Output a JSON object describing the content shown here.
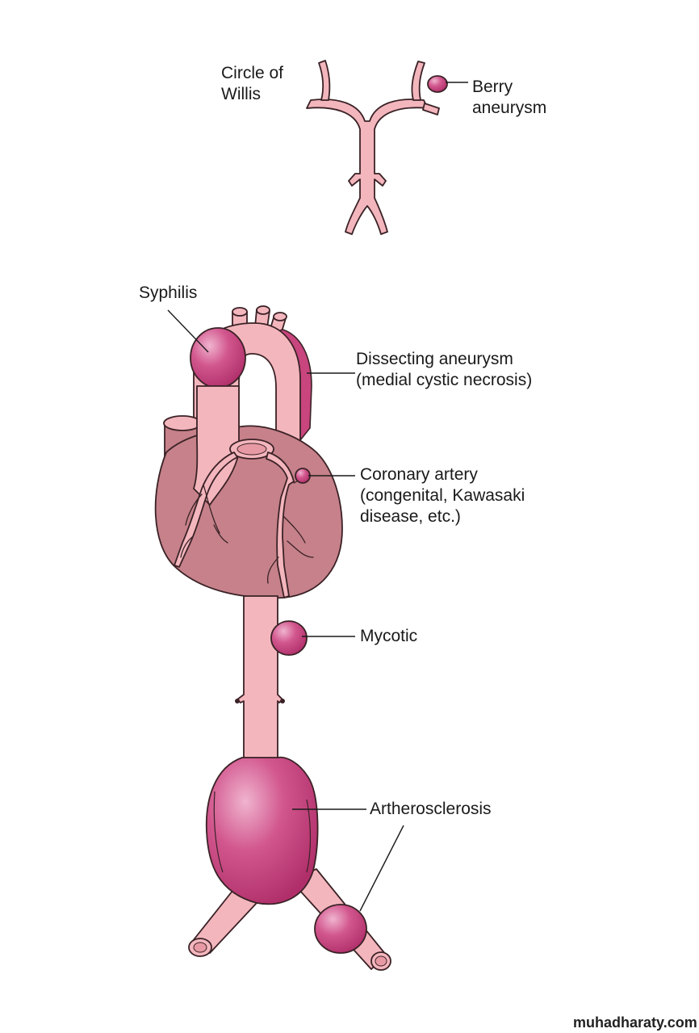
{
  "labels": {
    "circle_of_willis": [
      "Circle of",
      "Willis"
    ],
    "berry_aneurysm": [
      "Berry",
      "aneurysm"
    ],
    "syphilis": "Syphilis",
    "dissecting_aneurysm": [
      "Dissecting aneurysm",
      "(medial cystic necrosis)"
    ],
    "coronary_artery": [
      "Coronary artery",
      "(congenital, Kawasaki",
      "disease, etc.)"
    ],
    "mycotic": "Mycotic",
    "artherosclerosis": "Artherosclerosis"
  },
  "watermark": "muhadharaty.com",
  "colors": {
    "vessel": "#f4b6bd",
    "aneurysm": "#c8457e",
    "heart": "#c6818a",
    "outline": "#3a2226"
  }
}
